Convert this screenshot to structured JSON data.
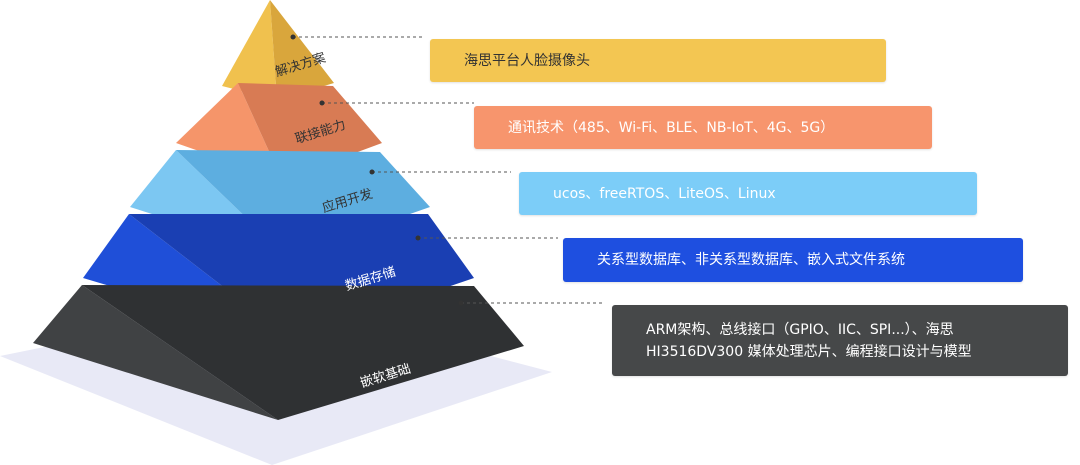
{
  "layers": [
    {
      "id": "solution",
      "label": "解决方案",
      "color": "#f0c14e",
      "side_color": "#d9a63c",
      "text_color": "#333333",
      "callout": {
        "lines": [
          "海思平台人脸摄像头"
        ],
        "bg": "#f3c652",
        "text_color": "#333333"
      }
    },
    {
      "id": "connectivity",
      "label": "联接能力",
      "color": "#f5956a",
      "side_color": "#d87b54",
      "text_color": "#333333",
      "callout": {
        "lines": [
          "通讯技术（485、Wi-Fi、BLE、NB-IoT、4G、5G）"
        ],
        "bg": "#f7956d",
        "text_color": "#ffffff"
      }
    },
    {
      "id": "app-dev",
      "label": "应用开发",
      "color": "#7cc7f2",
      "side_color": "#5daee0",
      "text_color": "#333333",
      "callout": {
        "lines": [
          "ucos、freeRTOS、LiteOS、Linux"
        ],
        "bg": "#7ccdf8",
        "text_color": "#ffffff"
      }
    },
    {
      "id": "data-storage",
      "label": "数据存储",
      "color": "#1f4fd8",
      "side_color": "#1a3fb3",
      "text_color": "#ffffff",
      "callout": {
        "lines": [
          "关系型数据库、非关系型数据库、嵌入式文件系统"
        ],
        "bg": "#1e4fe0",
        "text_color": "#ffffff"
      }
    },
    {
      "id": "embedded",
      "label": "嵌软基础",
      "color": "#404244",
      "side_color": "#2f3133",
      "text_color": "#ffffff",
      "callout": {
        "lines": [
          "ARM架构、总线接口（GPIO、IIC、SPI...）、海思",
          "HI3516DV300 媒体处理芯片、编程接口设计与模型"
        ],
        "bg": "#464849",
        "text_color": "#ffffff"
      }
    }
  ],
  "colors": {
    "shadow": "#e8e9f6",
    "dot": "#333333",
    "connector": "#555555"
  }
}
